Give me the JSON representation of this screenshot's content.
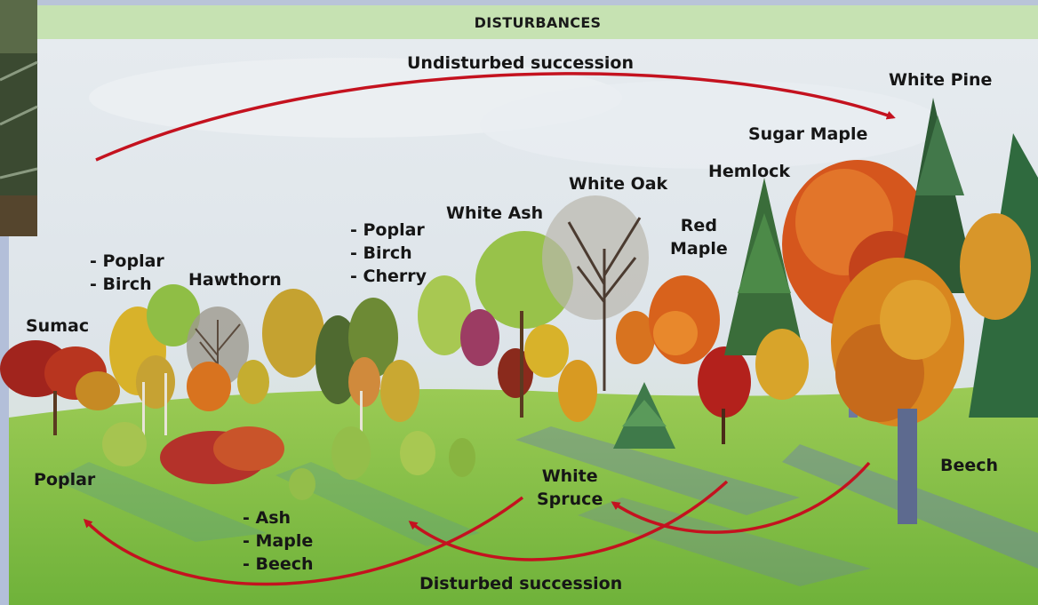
{
  "header": {
    "title": "DISTURBANCES"
  },
  "succession": {
    "undisturbed": "Undisturbed succession",
    "disturbed": "Disturbed succession"
  },
  "labels": {
    "white_pine": "White Pine",
    "sugar_maple": "Sugar Maple",
    "hemlock": "Hemlock",
    "white_oak": "White Oak",
    "white_ash": "White Ash",
    "red_maple": [
      "Red",
      "Maple"
    ],
    "poplar_birch_cherry": [
      "- Poplar",
      "- Birch",
      "- Cherry"
    ],
    "poplar_birch": [
      "- Poplar",
      "- Birch"
    ],
    "hawthorn": "Hawthorn",
    "sumac": "Sumac",
    "poplar": "Poplar",
    "ash_maple_beech": [
      "- Ash",
      "- Maple",
      "- Beech"
    ],
    "white_spruce": [
      "White",
      "Spruce"
    ],
    "beech": "Beech"
  },
  "colors": {
    "arrow": "#c4121f",
    "header_bg": "#c6e2b2",
    "sky": "#dfe6ec",
    "grass": "#7fbf3e",
    "photo_inset": "#3c4a33"
  }
}
